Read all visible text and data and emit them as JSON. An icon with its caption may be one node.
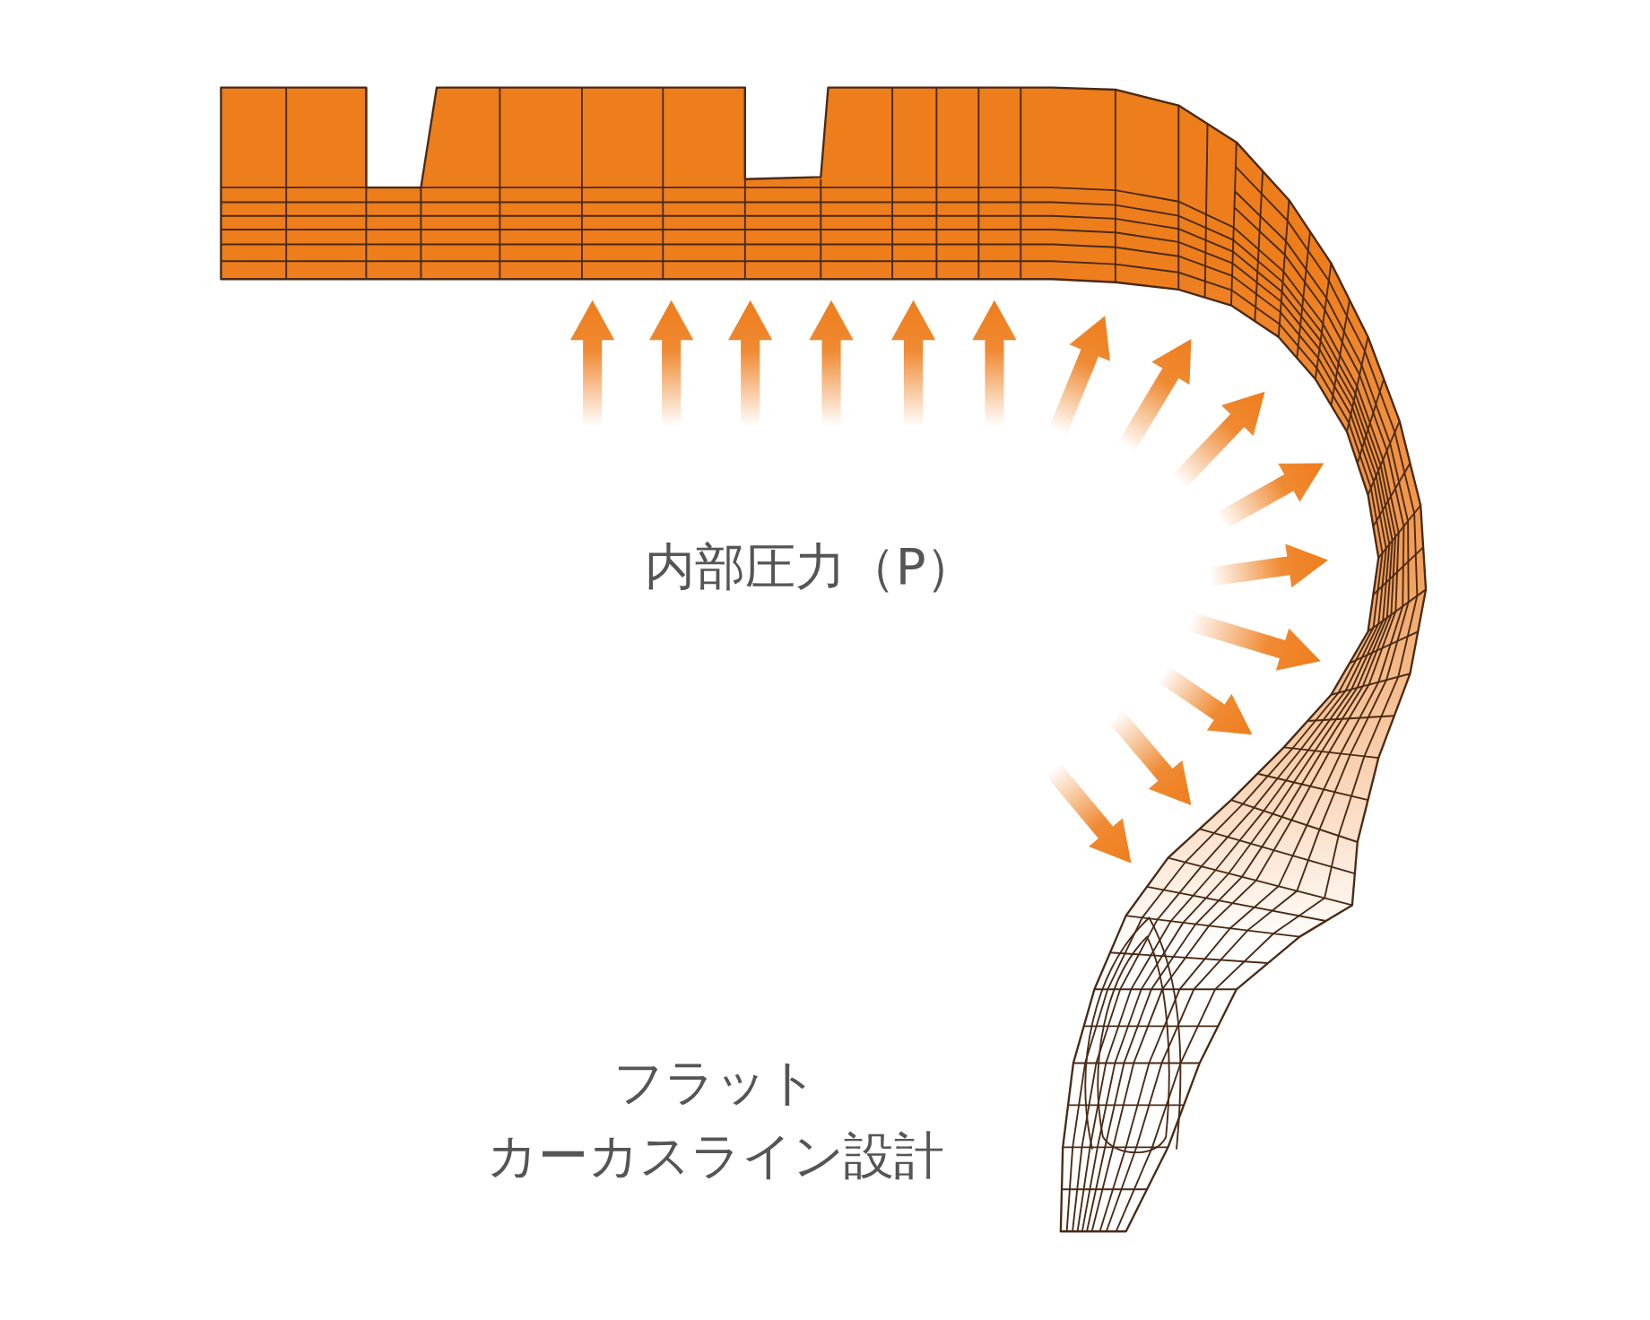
{
  "diagram": {
    "labels": [
      "内部圧力（P）",
      "フラット",
      "カーカスライン設計"
    ]
  }
}
